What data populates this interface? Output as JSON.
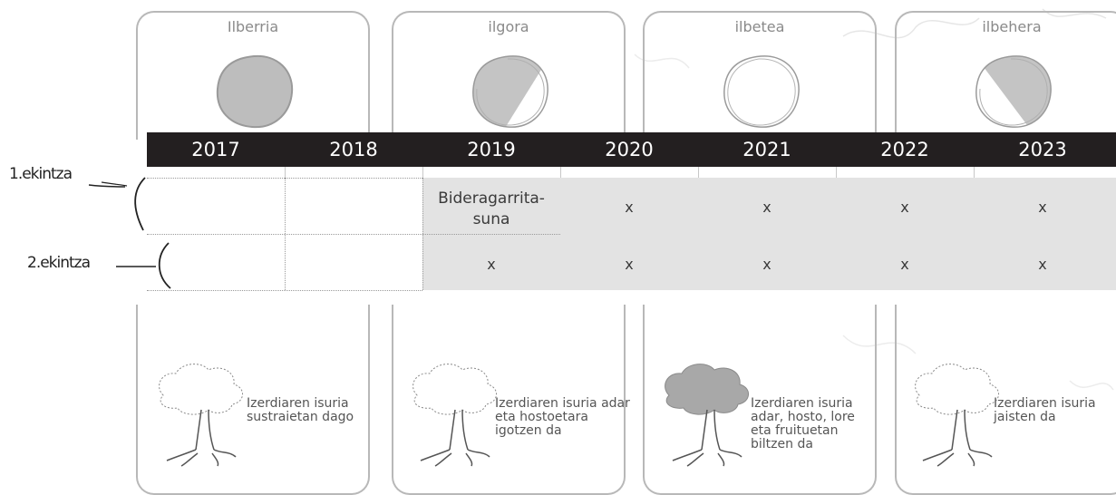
{
  "phases": [
    {
      "name": "Ilberria",
      "moon": "new-moon",
      "fill": "full"
    },
    {
      "name": "ilgora",
      "moon": "waxing-moon",
      "fill": "half-left"
    },
    {
      "name": "ilbetea",
      "moon": "full-moon",
      "fill": "none"
    },
    {
      "name": "ilbehera",
      "moon": "waning-moon",
      "fill": "half-right"
    }
  ],
  "years": [
    "2017",
    "2018",
    "2019",
    "2020",
    "2021",
    "2022",
    "2023"
  ],
  "rows": [
    {
      "label": "1.ekintza",
      "cells": [
        "",
        "",
        "Bideragarrita-suna",
        "x",
        "x",
        "x",
        "x"
      ]
    },
    {
      "label": "2.ekintza",
      "cells": [
        "",
        "",
        "x",
        "x",
        "x",
        "x",
        "x"
      ]
    }
  ],
  "descriptions": [
    "Izerdiaren isuria sustraietan dago",
    "Izerdiaren isuria adar eta hostoetara igotzen da",
    "Izerdiaren isuria adar, hosto, lore eta fruituetan biltzen da",
    "Izerdiaren isuria jaisten da"
  ],
  "bideragarritasuna": {
    "line1": "Bideragarrita-",
    "line2": "suna"
  },
  "colors": {
    "bar": "#231f20",
    "grey": "#e3e3e3",
    "moon": "#bdbdbd",
    "card_border": "#b8b8b8"
  }
}
